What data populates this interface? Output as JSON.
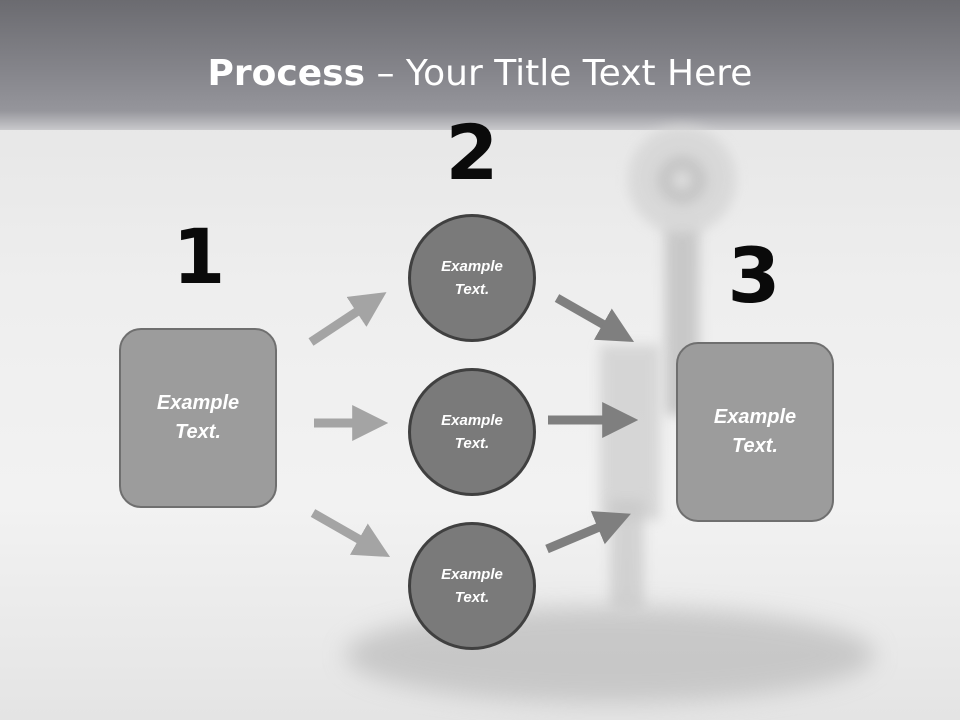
{
  "title": {
    "bold": "Process",
    "light": " – Your Title Text Here"
  },
  "steps": [
    {
      "number": "1",
      "line1": "Example",
      "line2": "Text."
    },
    {
      "number": "2"
    },
    {
      "number": "3",
      "line1": "Example",
      "line2": "Text."
    }
  ],
  "circles": [
    {
      "line1": "Example",
      "line2": "Text."
    },
    {
      "line1": "Example",
      "line2": "Text."
    },
    {
      "line1": "Example",
      "line2": "Text."
    }
  ],
  "colors": {
    "box_fill": "#9c9c9c",
    "circle_fill": "#7a7a7a",
    "arrow_light": "#a4a4a4",
    "arrow_dark": "#7f7f7f"
  },
  "icons": [
    "arrow-right-icon"
  ]
}
